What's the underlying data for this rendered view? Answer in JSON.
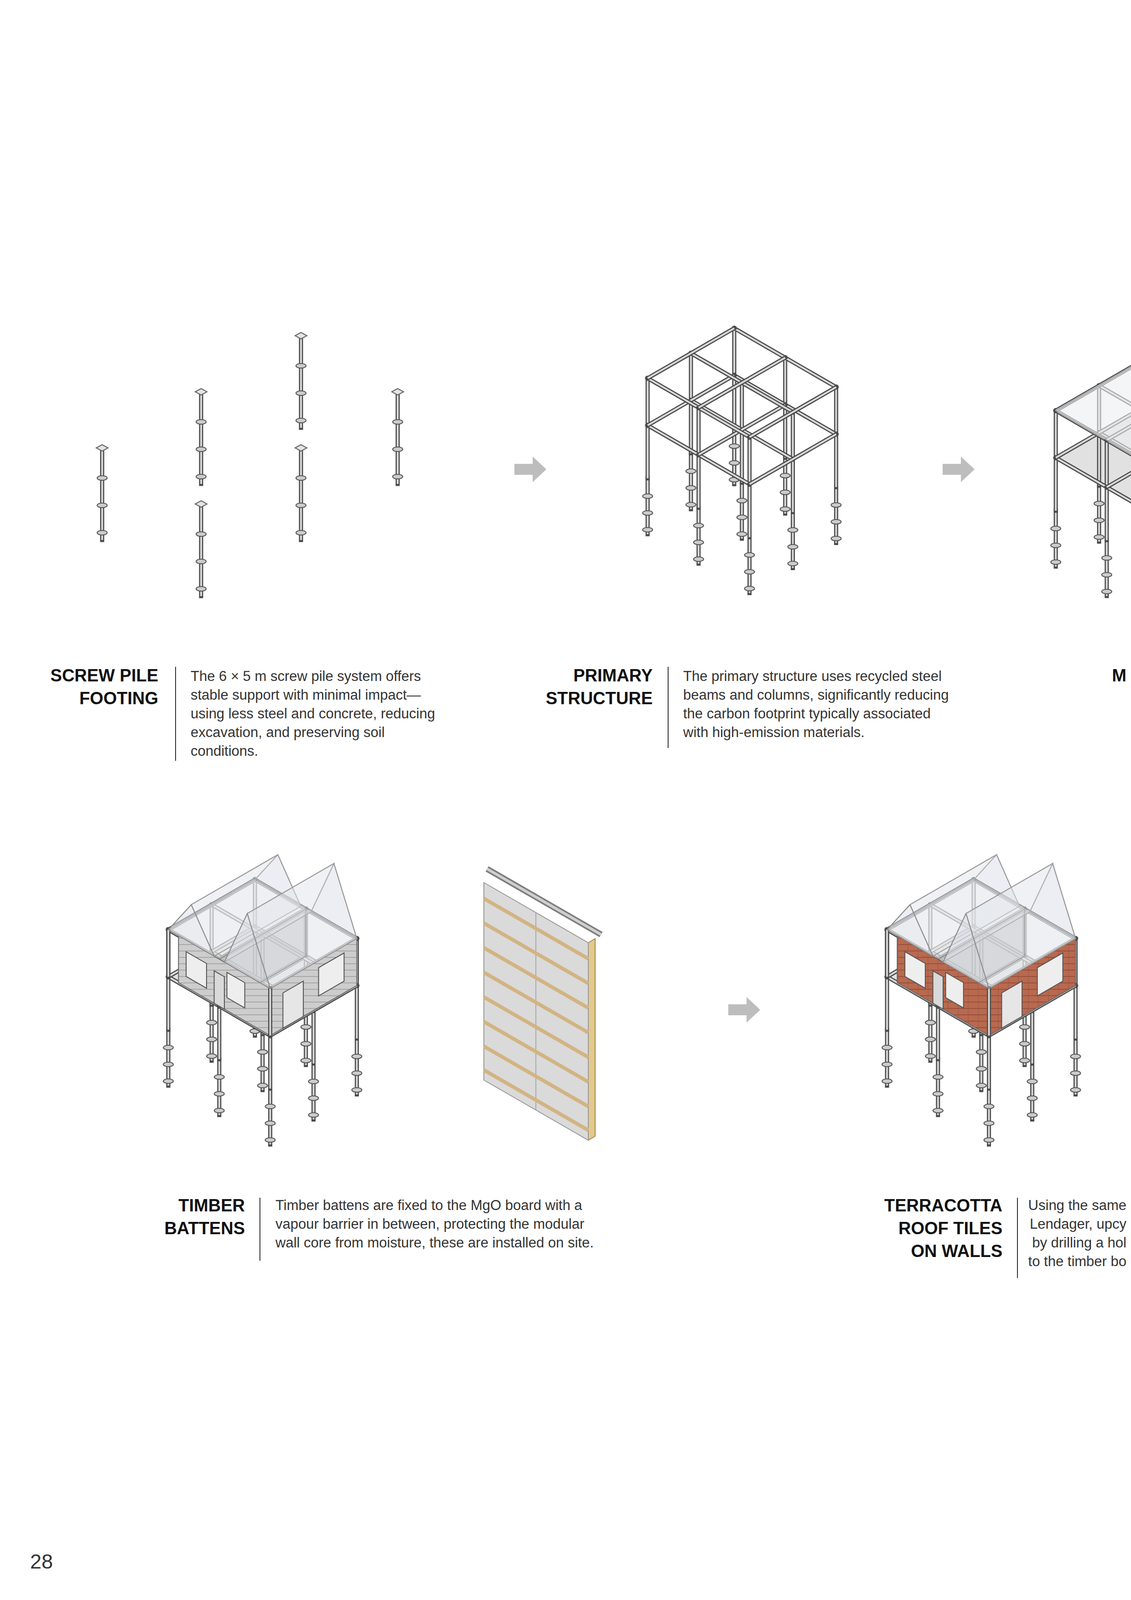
{
  "diagram": {
    "labels": [
      "SCREW PILE FOOTING",
      "The 6 × 5 m screw pile system offers stable support with minimal impact— using less steel and concrete, reducing excavation, and preserving soil conditions.",
      "PRIMARY STRUCTURE",
      "The primary structure uses recycled steel beams and columns, significantly reducing the carbon footprint typically associated with high-emission materials.",
      "M",
      "TIMBER BATTENS",
      "Timber battens are fixed to the MgO board with a vapour barrier in between, protecting the modular wall core from moisture, these are installed on site.",
      "TERRACOTTA ROOF TILES ON WALLS",
      "Using the same",
      "Lendager, upcy",
      "by drilling a hol",
      "to the timber bo",
      "28"
    ]
  }
}
